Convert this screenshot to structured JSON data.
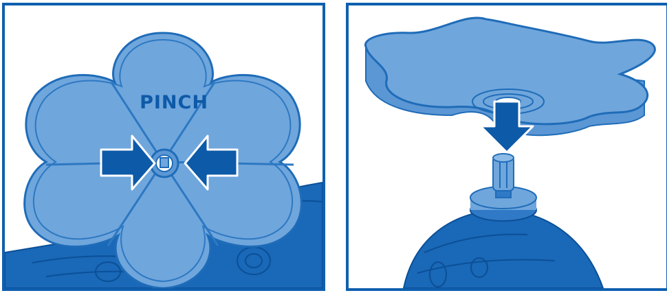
{
  "panels": [
    {
      "id": "left",
      "step": "pinch-to-release",
      "label": "PINCH",
      "icons": [
        "pinch-arrow-right-icon",
        "pinch-arrow-left-icon"
      ]
    },
    {
      "id": "right",
      "step": "press-onto-post",
      "icons": [
        "down-arrow-icon"
      ]
    }
  ],
  "colors": {
    "frame": "#0f5fae",
    "cap_fill": "#6fa6dc",
    "cap_outline": "#1f6cb8",
    "arrow": "#0d5aa8",
    "body_fill": "#1a68b8"
  }
}
